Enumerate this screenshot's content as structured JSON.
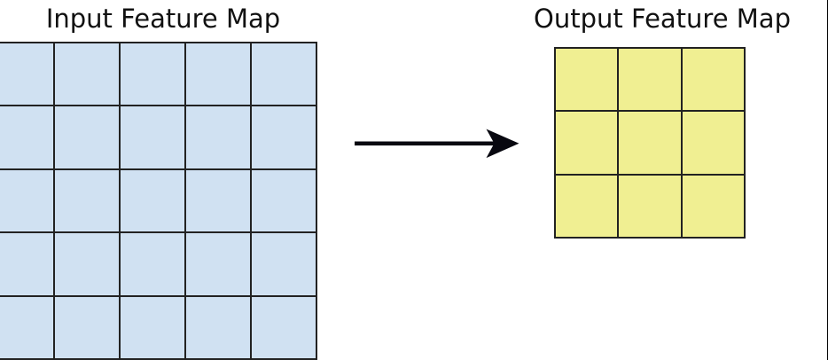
{
  "diagram": {
    "background_color": "#ffffff",
    "input": {
      "title": "Input Feature Map",
      "rows": 5,
      "cols": 5,
      "cell_color": "#d0e1f2",
      "line_color": "#222222",
      "cells": [
        [
          "",
          "",
          "",
          "",
          ""
        ],
        [
          "",
          "",
          "",
          "",
          ""
        ],
        [
          "",
          "",
          "",
          "",
          ""
        ],
        [
          "",
          "",
          "",
          "",
          ""
        ],
        [
          "",
          "",
          "",
          "",
          ""
        ]
      ]
    },
    "output": {
      "title": "Output Feature Map",
      "rows": 3,
      "cols": 3,
      "cell_color": "#f0ef92",
      "line_color": "#222222",
      "cells": [
        [
          "",
          "",
          ""
        ],
        [
          "",
          "",
          ""
        ],
        [
          "",
          "",
          ""
        ]
      ]
    },
    "arrow": {
      "name": "transform-arrow",
      "direction": "right",
      "color": "#080810",
      "label": ""
    }
  }
}
